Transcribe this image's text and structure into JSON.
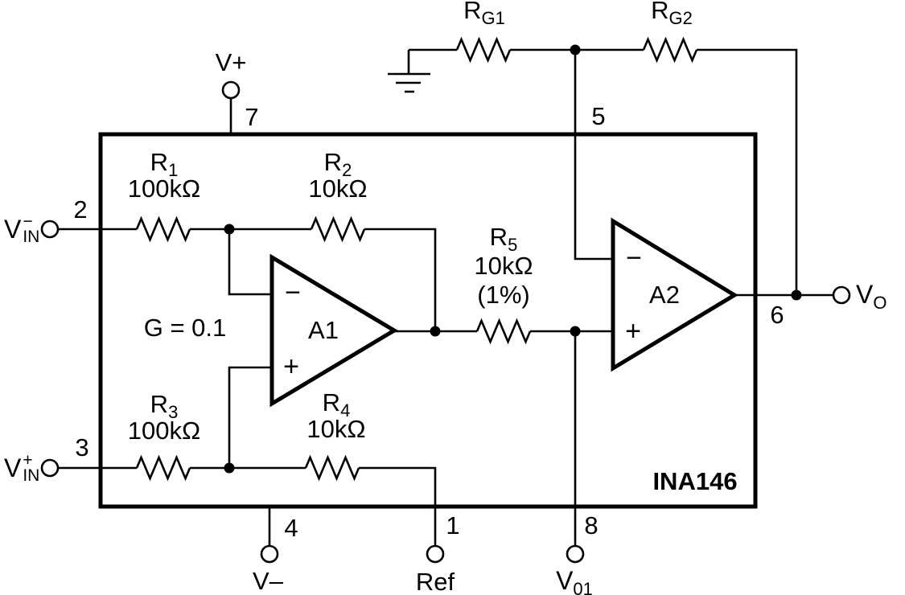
{
  "device": {
    "part_number": "INA146",
    "gain_label": "G = 0.1"
  },
  "opamps": {
    "a1": {
      "label": "A1",
      "inverting_sign": "−",
      "noninverting_sign": "+"
    },
    "a2": {
      "label": "A2",
      "inverting_sign": "−",
      "noninverting_sign": "+"
    }
  },
  "resistors": {
    "rg1": {
      "ref": "R",
      "sub": "G1"
    },
    "rg2": {
      "ref": "R",
      "sub": "G2"
    },
    "r1": {
      "ref": "R",
      "sub": "1",
      "value": "100kΩ"
    },
    "r2": {
      "ref": "R",
      "sub": "2",
      "value": "10kΩ"
    },
    "r3": {
      "ref": "R",
      "sub": "3",
      "value": "100kΩ"
    },
    "r4": {
      "ref": "R",
      "sub": "4",
      "value": "10kΩ"
    },
    "r5": {
      "ref": "R",
      "sub": "5",
      "value": "10kΩ",
      "tolerance": "(1%)"
    }
  },
  "pins": {
    "p1": "1",
    "p2": "2",
    "p3": "3",
    "p4": "4",
    "p5": "5",
    "p6": "6",
    "p7": "7",
    "p8": "8"
  },
  "terminals": {
    "v_plus": "V+",
    "v_minus": "V–",
    "ref": "Ref",
    "vin_neg": {
      "base": "V",
      "sub": "IN",
      "sup": "−"
    },
    "vin_pos": {
      "base": "V",
      "sub": "IN",
      "sup": "+"
    },
    "vo": {
      "base": "V",
      "sub": "O"
    },
    "v01": {
      "base": "V",
      "sub": "01"
    }
  },
  "colors": {
    "line": "#000000",
    "background": "#ffffff"
  }
}
